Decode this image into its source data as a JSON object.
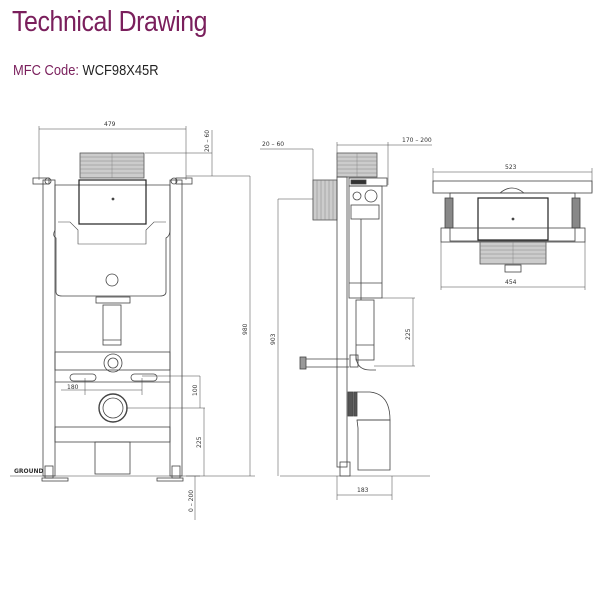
{
  "header": {
    "title": "Technical Drawing",
    "mfc_label": "MFC Code:",
    "mfc_value": "WCF98X45R"
  },
  "front_view": {
    "width_label": "479",
    "top_adjust_label": "20 – 60",
    "height_label": "980",
    "pan_spacing_label": "180",
    "outlet_offset_label": "100",
    "outlet_height_label": "225",
    "foot_adjust_label": "0 – 200",
    "ground_label": "GROUND"
  },
  "side_view": {
    "top_adjust_label": "20 – 60",
    "depth_adjust_label": "170 – 200",
    "height_label": "903",
    "pipe_drop_label": "225",
    "depth_label": "183"
  },
  "top_view": {
    "width_top_label": "523",
    "width_bottom_label": "454"
  },
  "colors": {
    "title": "#7a1f5c",
    "line": "#444444"
  }
}
